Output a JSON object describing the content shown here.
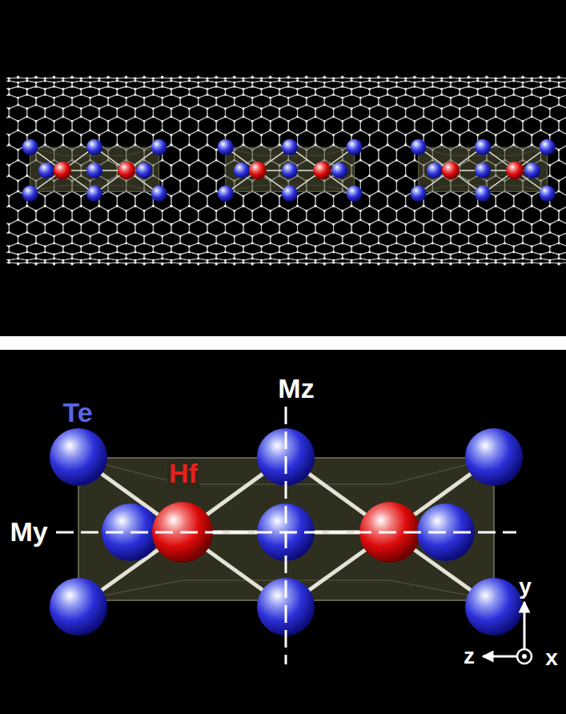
{
  "diagram": {
    "labels": [
      "Te",
      "Hf",
      "Mz",
      "My",
      "y",
      "z",
      "x"
    ]
  }
}
